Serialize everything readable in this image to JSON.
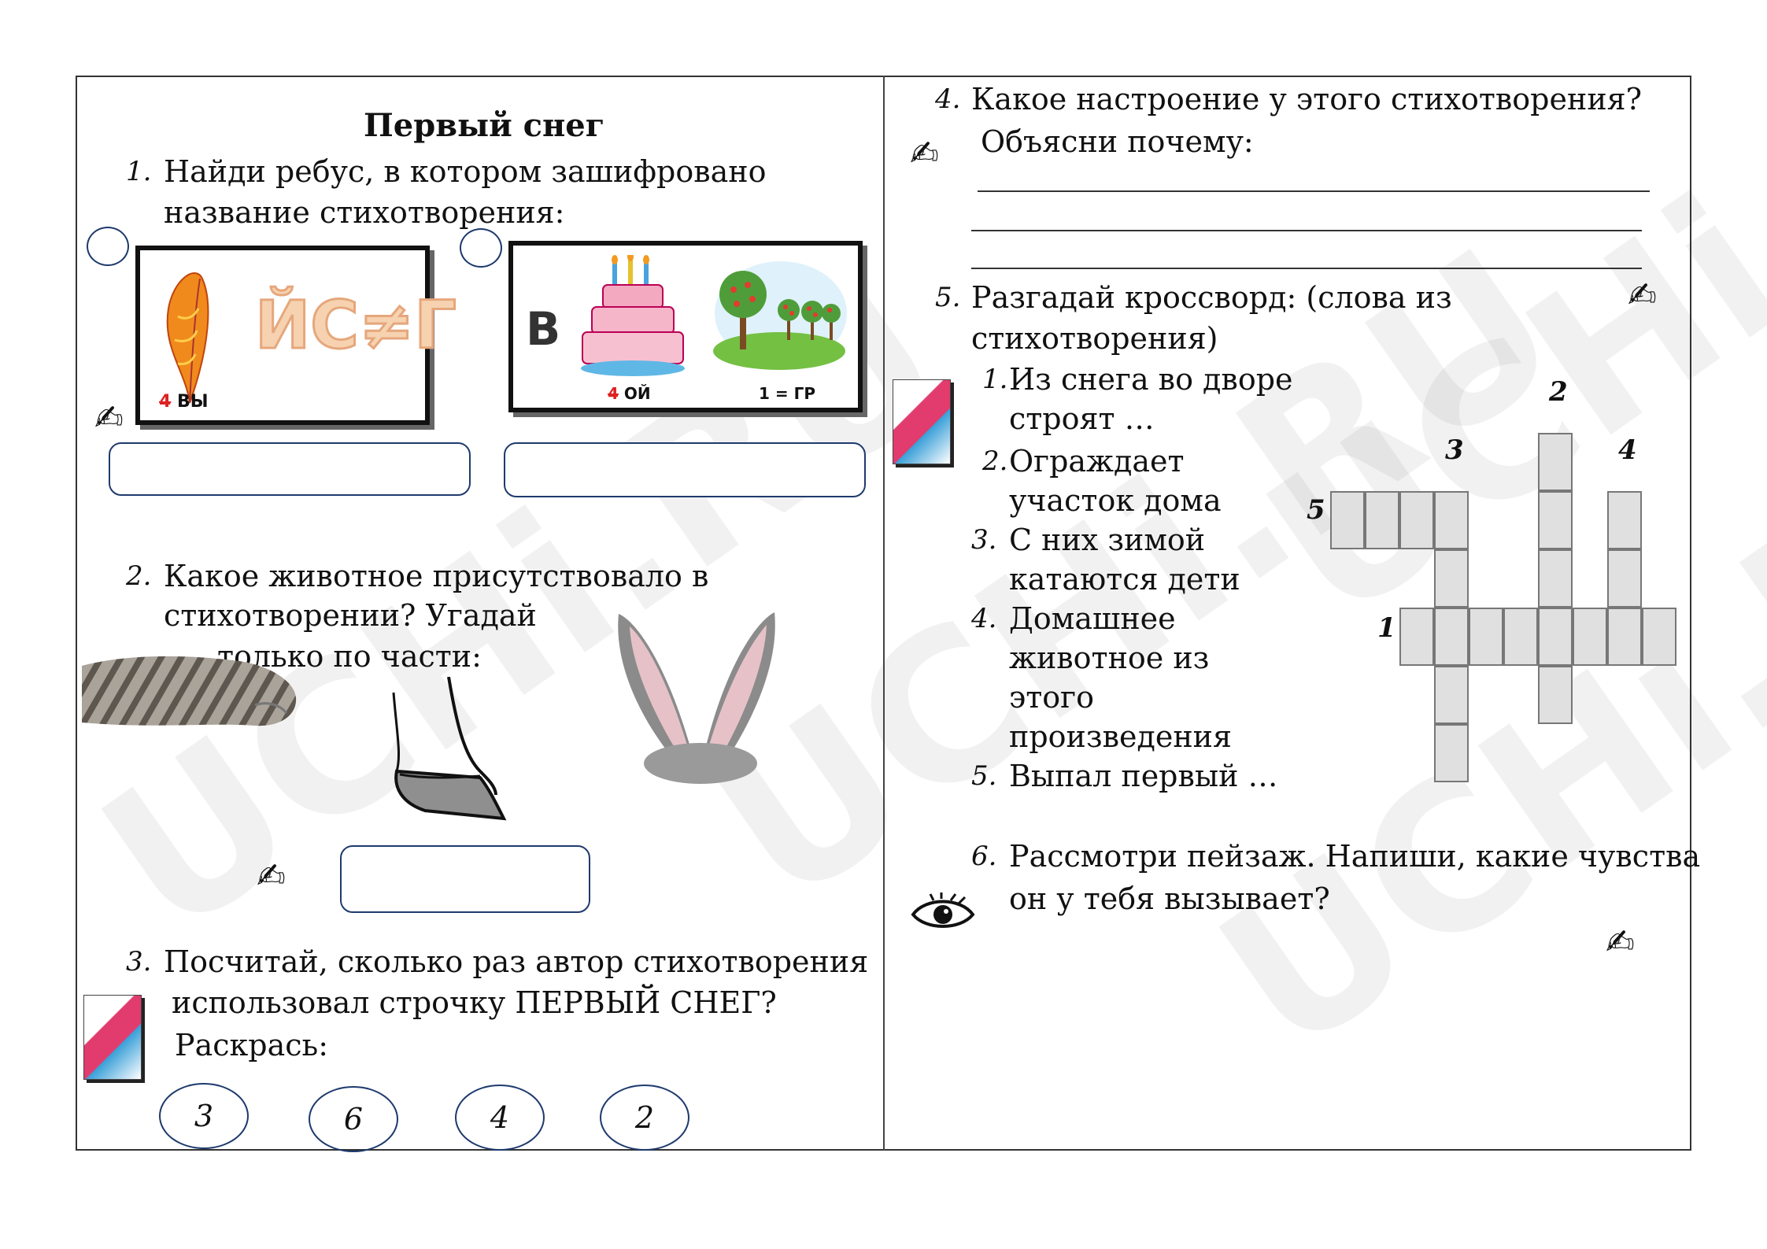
{
  "watermark": "UCHi.RU",
  "title": "Первый снег",
  "task1": {
    "number": "1.",
    "line1": "Найди ребус, в котором зашифровано",
    "line2": "название стихотворения:",
    "rebus1": {
      "letters": "ЙС≠Г",
      "caption_strike": "4",
      "caption": "ВЫ"
    },
    "rebus2": {
      "letter": "В",
      "caption_strike": "4",
      "caption": "ОЙ",
      "equation": "1 = ГР"
    }
  },
  "task2": {
    "number": "2.",
    "line1": "Какое животное присутствовало в",
    "line2": "стихотворении? Угадай",
    "line3": "только по части:"
  },
  "task3": {
    "number": "3.",
    "line1": "Посчитай, сколько раз автор стихотворения",
    "line2": "использовал строчку ПЕРВЫЙ СНЕГ?",
    "line3": "Раскрась:",
    "options": [
      "3",
      "6",
      "4",
      "2"
    ]
  },
  "task4": {
    "number": "4.",
    "line1": "Какое настроение у этого стихотворения?",
    "line2": "Объясни почему:"
  },
  "task5": {
    "number": "5.",
    "line1": "Разгадай кроссворд: (слова из",
    "line2": "стихотворения)",
    "clues": [
      {
        "n": "1.",
        "l1": "Из снега во дворе",
        "l2": "строят …"
      },
      {
        "n": "2.",
        "l1": "Ограждает",
        "l2": "участок дома"
      },
      {
        "n": "3.",
        "l1": "С них зимой",
        "l2": "катаются дети"
      },
      {
        "n": "4.",
        "l1": "Домашнее",
        "l2": "животное из",
        "l3": "этого",
        "l4": "произведения"
      },
      {
        "n": "5.",
        "l1": "Выпал первый …"
      }
    ],
    "crossword_numbers": [
      "1",
      "2",
      "3",
      "4",
      "5"
    ]
  },
  "task6": {
    "number": "6.",
    "line1": "Рассмотри пейзаж. Напиши, какие чувства",
    "line2": "он у тебя вызывает?"
  },
  "icons": {
    "writing": "✍",
    "eye": "eye-icon",
    "book": "book-icon"
  }
}
